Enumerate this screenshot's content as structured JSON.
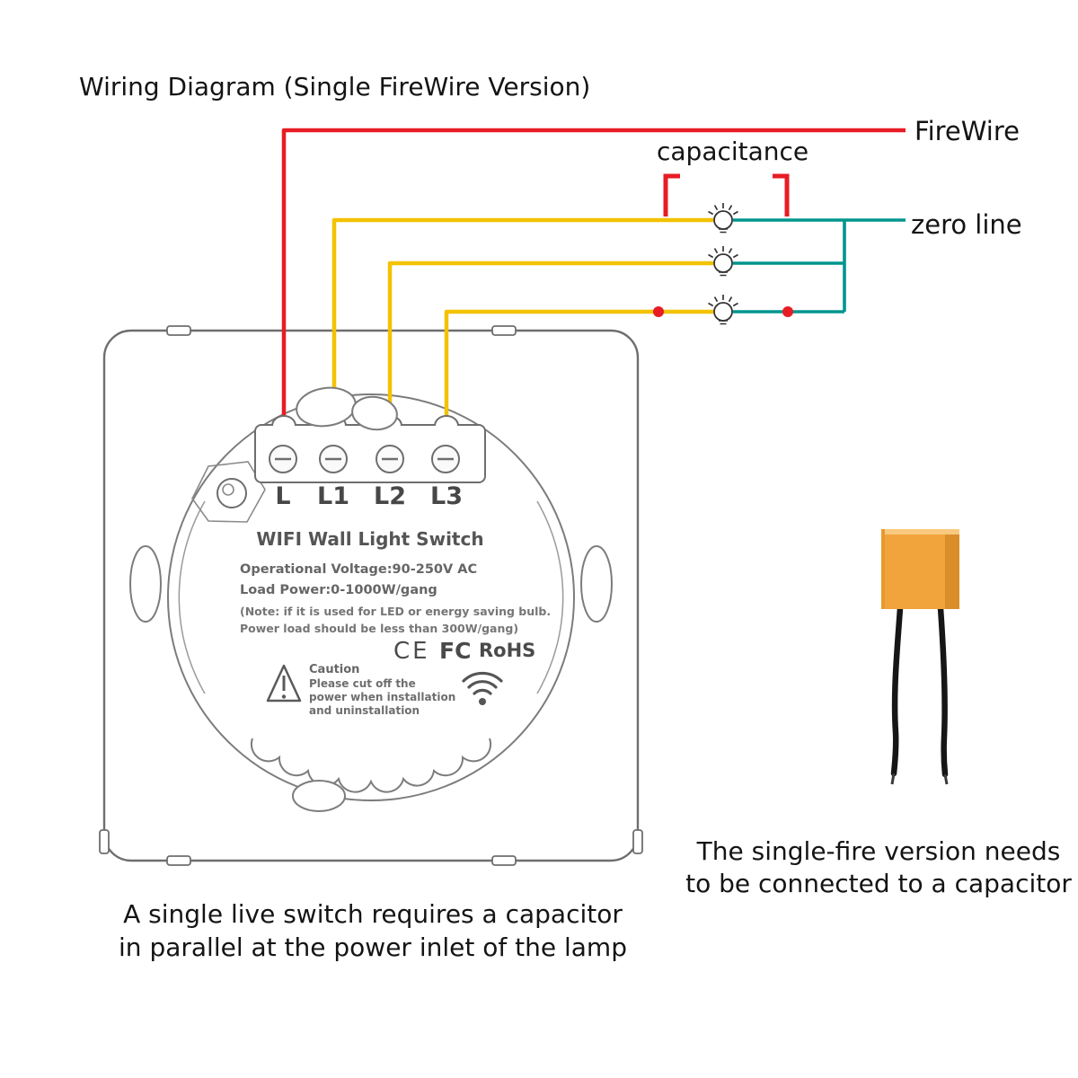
{
  "title": "Wiring Diagram (Single FireWire Version)",
  "wire_labels": {
    "firewire": "FireWire",
    "capacitance": "capacitance",
    "zero_line": "zero line"
  },
  "switch_panel": {
    "terminals": [
      "L",
      "L1",
      "L2",
      "L3"
    ],
    "product_name": "WIFI Wall Light Switch",
    "spec_lines": [
      "Operational Voltage:90-250V AC",
      "Load Power:0-1000W/gang",
      "(Note: if it is used for LED or energy saving bulb.",
      "Power load should be less than 300W/gang)"
    ],
    "certifications": {
      "ce": "CE",
      "fcc": "FC",
      "rohs": "RoHS"
    },
    "caution": {
      "title": "Caution",
      "lines": [
        "Please cut off the",
        "power when installation",
        "and uninstallation"
      ]
    }
  },
  "captions": {
    "capacitor_note": [
      "The single-fire version needs",
      "to be connected to a capacitor"
    ],
    "bottom_note": [
      "A single live switch requires a capacitor",
      "in parallel at the power inlet of the lamp"
    ]
  },
  "colors": {
    "firewire_red": "#e81c24",
    "load_yellow": "#f3c200",
    "zero_teal": "#00958e",
    "capacitor_orange": "#f1a33c"
  }
}
